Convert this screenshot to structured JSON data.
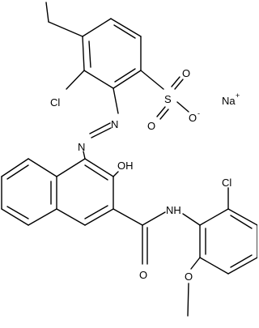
{
  "molecule": {
    "atom_labels": {
      "cl_upper": "Cl",
      "n_azo_1": "N",
      "n_azo_2": "N",
      "sulfur": "S",
      "o_sulfonyl_top": "O",
      "o_sulfonyl_bottom": "O",
      "o_anion": "O",
      "o_anion_charge": "-",
      "sodium": "Na",
      "sodium_charge": "+",
      "hydroxyl": "OH",
      "amide_nh": "NH",
      "amide_o": "O",
      "cl_lower": "Cl",
      "methoxy_o": "O"
    }
  }
}
